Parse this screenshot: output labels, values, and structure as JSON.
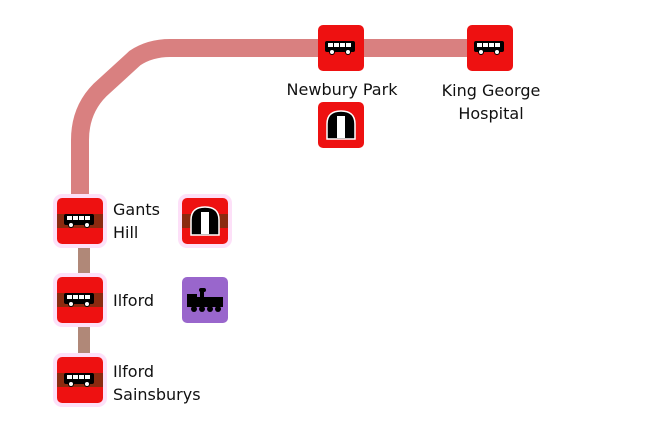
{
  "stops": [
    {
      "name": "Newbury Park",
      "mode": "bus"
    },
    {
      "name": "King George Hospital",
      "line1": "King George",
      "line2": "Hospital",
      "mode": "bus"
    },
    {
      "name": "Gants Hill",
      "line1": "Gants",
      "line2": "Hill",
      "mode": "bus"
    },
    {
      "name": "Ilford",
      "mode": "bus"
    },
    {
      "name": "Ilford Sainsburys",
      "line1": "Ilford",
      "line2": "Sainsburys",
      "mode": "bus"
    }
  ],
  "interchanges": [
    {
      "at": "Newbury Park",
      "mode": "tube-icon"
    },
    {
      "at": "Gants Hill",
      "mode": "tube-icon"
    },
    {
      "at": "Ilford",
      "mode": "train-icon"
    }
  ],
  "colors": {
    "route": "#d98080",
    "route_lower": "#b08878",
    "stop": "#ee1111",
    "rail": "#9966cc"
  }
}
